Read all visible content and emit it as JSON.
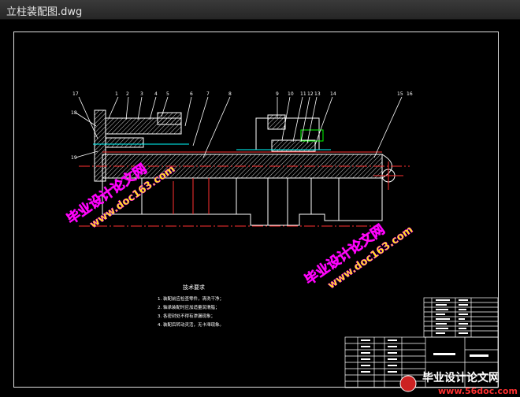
{
  "window": {
    "title": "立柱装配图.dwg"
  },
  "drawing": {
    "part_labels": [
      "17",
      "1",
      "2",
      "3",
      "4",
      "5",
      "6",
      "7",
      "8",
      "9",
      "10",
      "11",
      "12",
      "13",
      "14",
      "15",
      "16",
      "18",
      "19"
    ],
    "tech_req_title": "技术要求",
    "tech_req_lines": [
      "1. 装配前应检查零件，清洗干净；",
      "2. 轴承装配时应加适量润滑脂；",
      "3. 各密封处不得有渗漏现象；",
      "4. 装配后转动灵活，无卡滞现象。"
    ],
    "colors": {
      "line": "#ffffff",
      "hatch": "#ffffff",
      "cyan": "#00ffff",
      "green": "#00ff00",
      "yellow": "#ffff00",
      "red": "#ff3030",
      "magenta": "#ff00ff"
    }
  },
  "watermarks": {
    "site_cn": "毕业设计论文网",
    "site_url": "www.doc163.com",
    "footer_cn": "毕业设计论文网",
    "footer_url": "www.56doc.com"
  }
}
